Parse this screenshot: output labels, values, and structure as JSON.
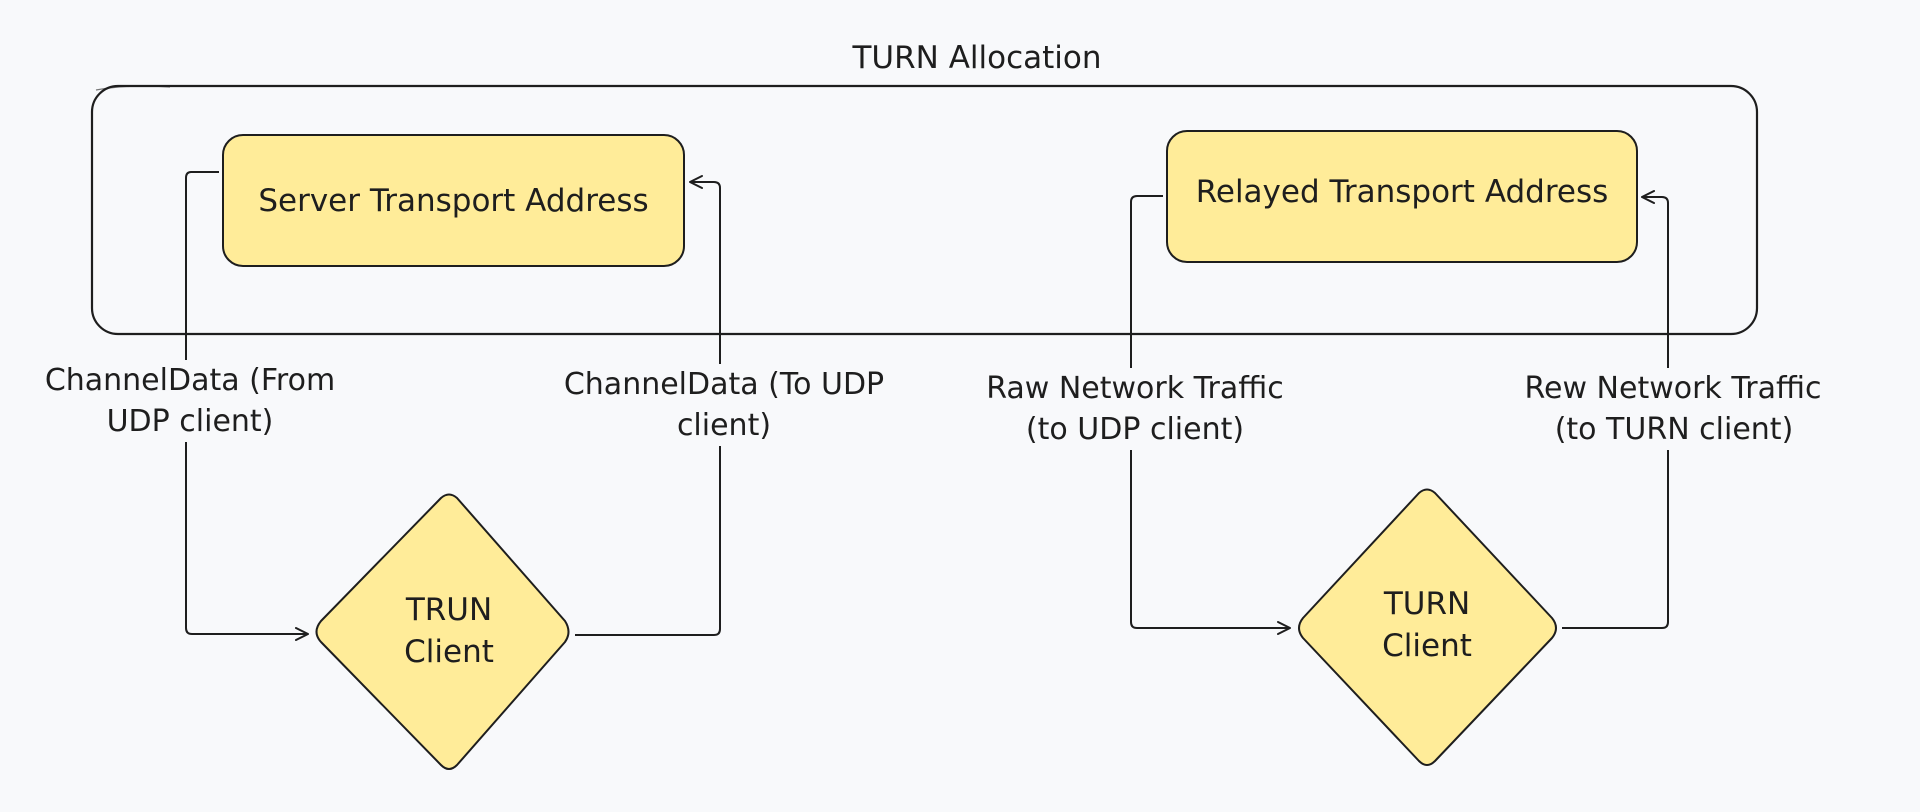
{
  "diagram": {
    "container": {
      "title": "TURN Allocation"
    },
    "nodes": {
      "server_transport": {
        "label": "Server Transport Address"
      },
      "relayed_transport": {
        "label": "Relayed Transport Address"
      },
      "trun_client": {
        "line1": "TRUN",
        "line2": "Client"
      },
      "turn_client": {
        "line1": "TURN",
        "line2": "Client"
      }
    },
    "edges": {
      "channeldata_from": {
        "line1": "ChannelData (From",
        "line2": "UDP client)"
      },
      "channeldata_to": {
        "line1": "ChannelData (To UDP",
        "line2": "client)"
      },
      "raw_traffic": {
        "line1": "Raw Network Traffic",
        "line2": "(to UDP client)"
      },
      "rew_traffic": {
        "line1": "Rew Network Traffic",
        "line2": "(to TURN client)"
      }
    }
  },
  "colors": {
    "node_fill": "#ffec99",
    "stroke": "#1e1e1e",
    "background": "#f8f9fb"
  }
}
